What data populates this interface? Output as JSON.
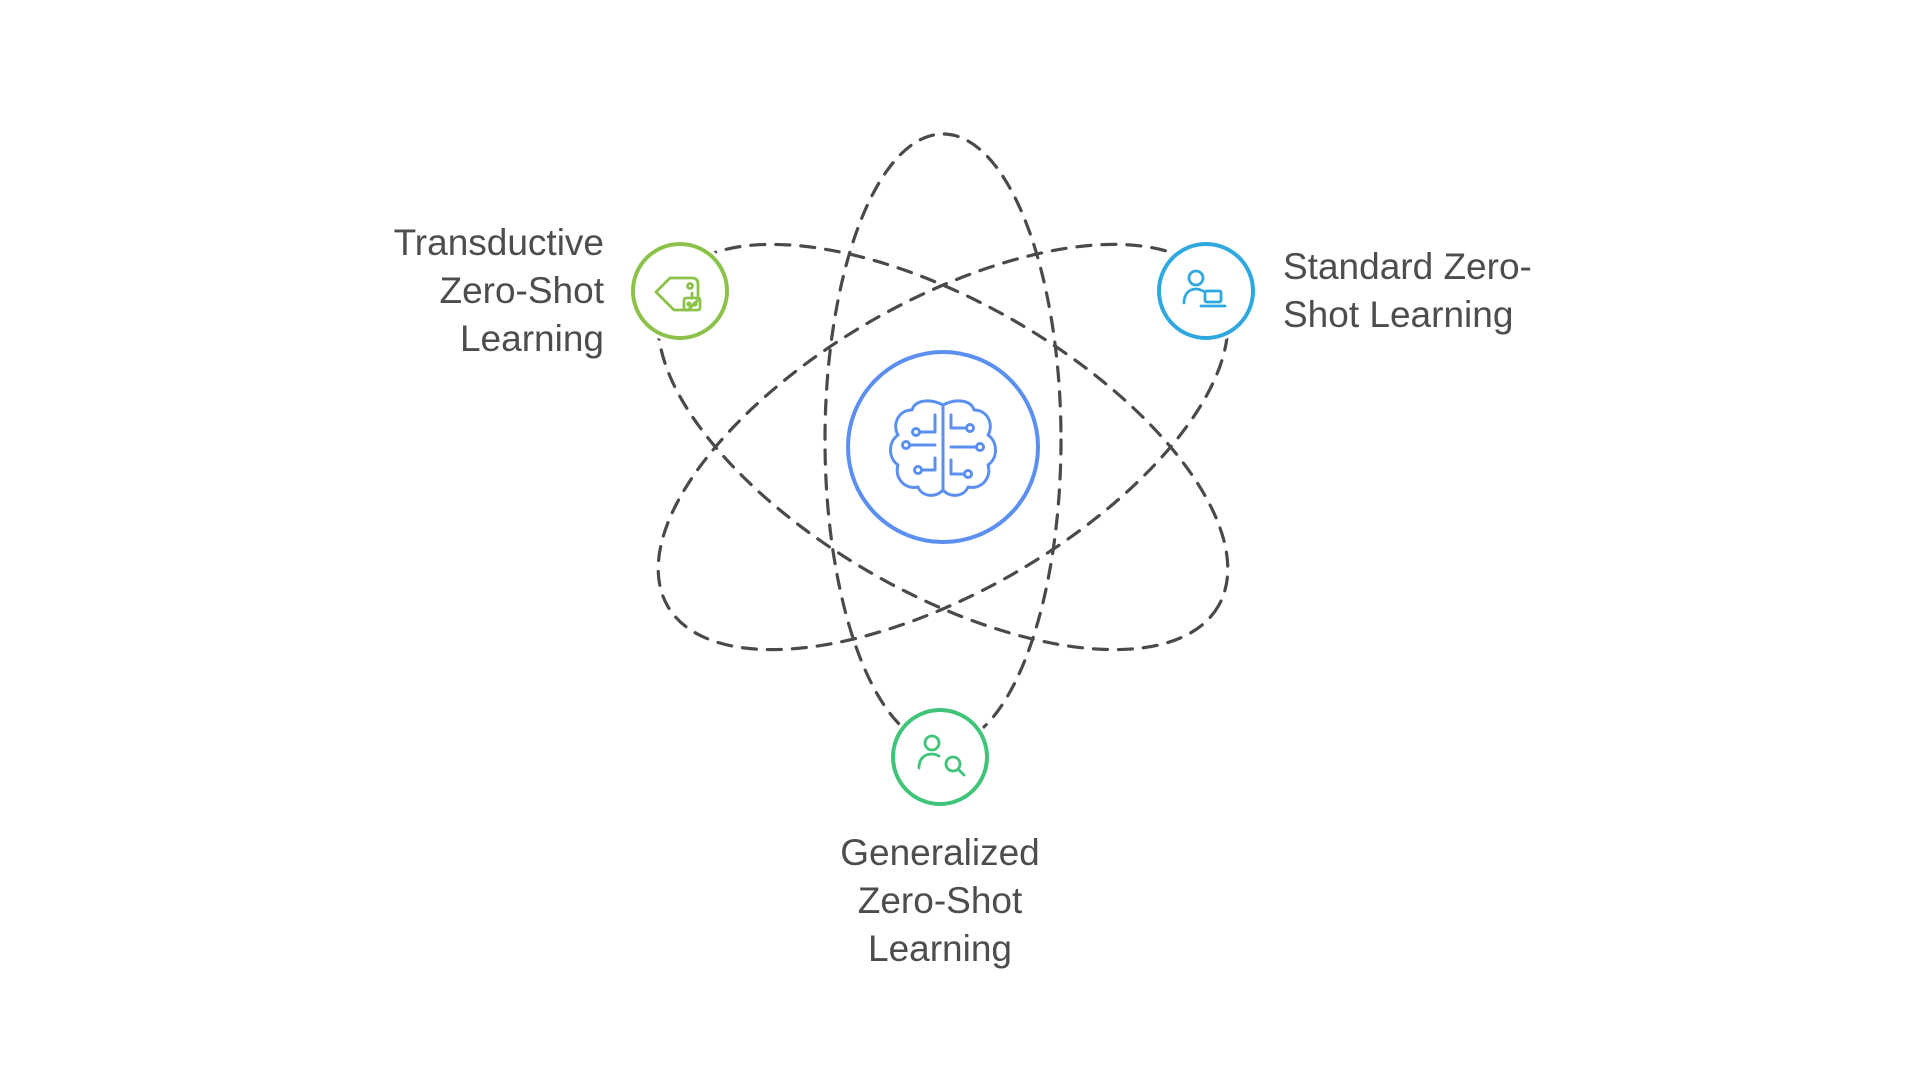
{
  "diagram": {
    "center": {
      "icon": "brain-circuit-icon",
      "color": "#5b8ff0"
    },
    "nodes": [
      {
        "id": "transductive",
        "lines": [
          "Transductive",
          "Zero-Shot",
          "Learning"
        ],
        "icon": "tag-robot-icon",
        "color": "#8cc24a"
      },
      {
        "id": "standard",
        "lines": [
          "Standard Zero-",
          "Shot Learning"
        ],
        "icon": "user-laptop-icon",
        "color": "#2fa8e0"
      },
      {
        "id": "generalized",
        "lines": [
          "Generalized",
          "Zero-Shot",
          "Learning"
        ],
        "icon": "user-search-icon",
        "color": "#3fc47a"
      }
    ],
    "orbit_color": "#4a4a4a"
  }
}
